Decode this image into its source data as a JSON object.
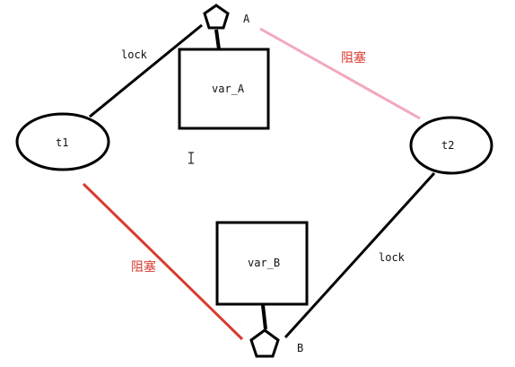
{
  "diagram": {
    "nodes": {
      "t1": "t1",
      "t2": "t2",
      "var_A": "var_A",
      "var_B": "var_B",
      "lock_A": "A",
      "lock_B": "B"
    },
    "edges": {
      "t1_lock_A": "lock",
      "t2_lock_B": "lock",
      "t2_blocked_A": "阻塞",
      "t1_blocked_B": "阻塞"
    },
    "colors": {
      "line": "#000000",
      "blocked_t1": "#d93a2f",
      "blocked_t2": "#f2a8bc",
      "blocked_text": "#d93a2f"
    },
    "icons": {
      "cursor": "i-beam-cursor-icon",
      "lock": "pentagon-lock-icon"
    }
  }
}
